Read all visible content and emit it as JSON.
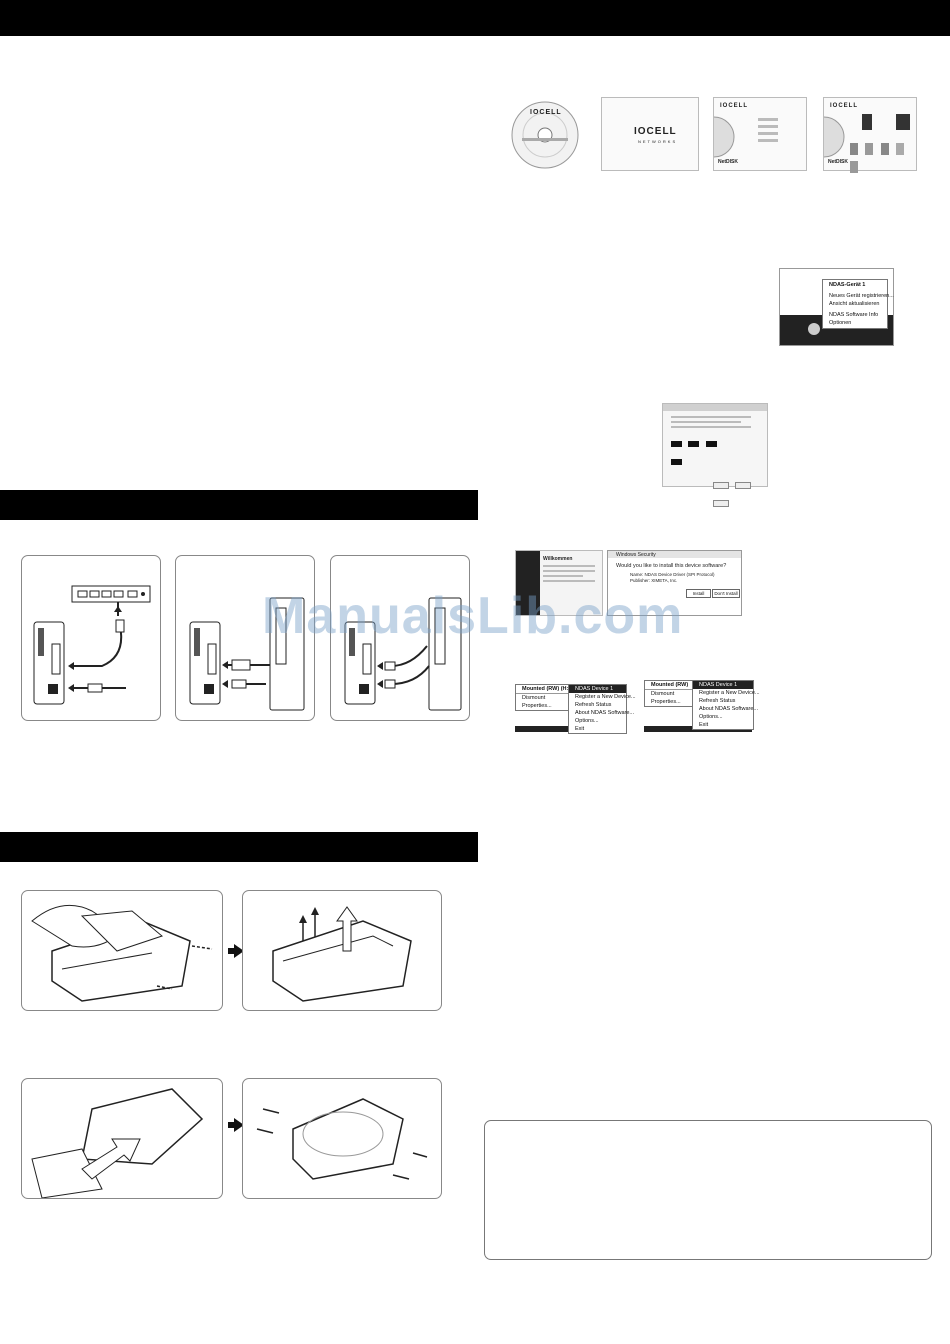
{
  "watermark": "ManualsLib.com",
  "cd_label": "IOCELL",
  "installer_logo": "IOCELL",
  "installer_sub": "NETWORKS",
  "ndas_brand": "NetDISK",
  "tray_menu_items": [
    "NDAS-Gerät 1",
    "Neues Gerät registrieren...",
    "Ansicht aktualisieren",
    "NDAS Software Info",
    "Optionen"
  ],
  "eng_menu_left": [
    "Mounted (RW) (H:)",
    "Dismount",
    "Properties..."
  ],
  "eng_menu_left_header": "NDAS Device 1",
  "eng_menu_left_items": [
    "Register a New Device...",
    "Refresh Status",
    "About NDAS Software...",
    "Options...",
    "Exit"
  ],
  "eng_menu_right_header_left": "Mounted (RW)",
  "eng_menu_right_header": "NDAS Device 1",
  "eng_menu_right_left": [
    "Dismount",
    "Properties..."
  ],
  "eng_menu_right_items": [
    "Register a New Device...",
    "Refresh Status",
    "About NDAS Software...",
    "Options...",
    "Exit"
  ],
  "security_dialog_title": "Windows Security",
  "security_dialog_question": "Would you like to install this device software?",
  "security_dialog_name": "Name: NDAS Device Driver (SPI Protocol)",
  "security_dialog_publisher": "Publisher: XIMETA, Inc.",
  "security_install_button": "Install",
  "security_dont_install_button": "Don't Install",
  "wizard_title": "Willkommen",
  "colors": {
    "bar": "#000000",
    "panel_border": "#888888",
    "watermark": "#78a0c8"
  },
  "icons": [
    "cd-disc-icon",
    "arrow-right-icon",
    "network-switch-icon",
    "nas-device-icon",
    "computer-tower-icon"
  ]
}
